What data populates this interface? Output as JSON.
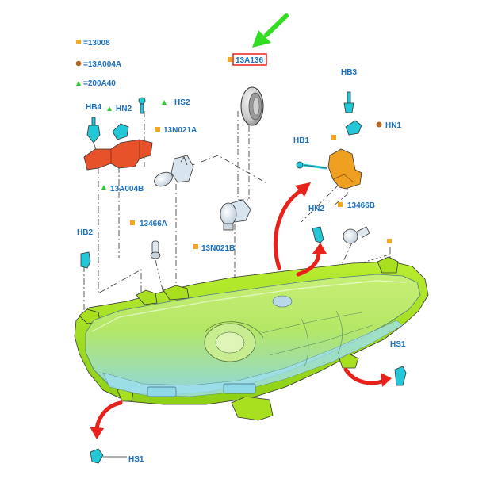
{
  "legend": {
    "items": [
      {
        "marker": "square",
        "color": "#f5a623",
        "label": "=13008"
      },
      {
        "marker": "circle",
        "color": "#b5651d",
        "label": "=13A004A"
      },
      {
        "marker": "triangle",
        "color": "#2ecc2e",
        "label": "=200A40"
      }
    ]
  },
  "callouts": {
    "hb4": "HB4",
    "hn2_left": "HN2",
    "hs2": "HS2",
    "n13a004b": "13A004B",
    "n13n021a": "13N021A",
    "n13a136": "13A136",
    "hb3": "HB3",
    "hn1": "HN1",
    "hb1": "HB1",
    "hn2_right": "HN2",
    "n13466b": "13466B",
    "hb2": "HB2",
    "n13466a": "13466A",
    "n13n021b": "13N021B",
    "hs1_right": "HS1",
    "hs1_bottom": "HS1"
  },
  "colors": {
    "label": "#1a6fbf",
    "square_marker": "#f5a623",
    "circle_marker": "#b5651d",
    "triangle_marker": "#2ecc2e",
    "arrow_red": "#e8211b",
    "arrow_green": "#33dd22",
    "highlight_box": "#e8211b",
    "housing_green": "#a8e020",
    "lens_blue": "#9fe0ee",
    "bracket_red": "#e8522a",
    "bracket_orange": "#f0a020",
    "fastener_cyan": "#22c8d8"
  }
}
